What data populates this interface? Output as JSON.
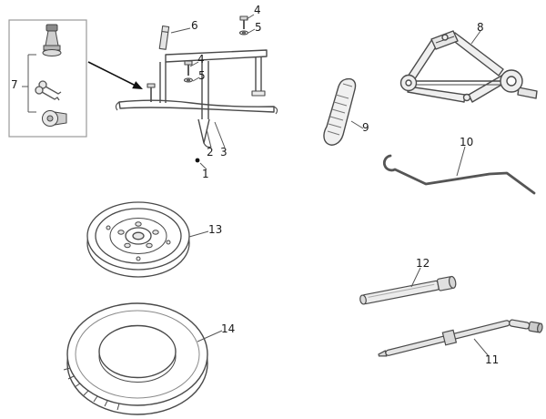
{
  "figure": {
    "background": "#ffffff",
    "line_color": "#4a4a4a",
    "callouts": [
      {
        "number": "1",
        "points_to": "bracket-assembly"
      },
      {
        "number": "2",
        "points_to": "bracket-hook"
      },
      {
        "number": "3",
        "points_to": "bracket-hook-plate"
      },
      {
        "number": "4",
        "points_to": "bolt"
      },
      {
        "number": "5",
        "points_to": "washer"
      },
      {
        "number": "6",
        "points_to": "pin"
      },
      {
        "number": "7",
        "points_to": "lock-kit"
      },
      {
        "number": "8",
        "points_to": "scissor-jack"
      },
      {
        "number": "9",
        "points_to": "handle-grip"
      },
      {
        "number": "10",
        "points_to": "hook-rod"
      },
      {
        "number": "11",
        "points_to": "wheel-wrench"
      },
      {
        "number": "12",
        "points_to": "extension-tube"
      },
      {
        "number": "13",
        "points_to": "wheel-rim"
      },
      {
        "number": "14",
        "points_to": "tire"
      }
    ]
  }
}
